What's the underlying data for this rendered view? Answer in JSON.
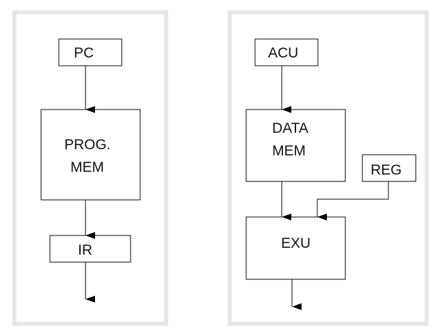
{
  "left_panel": {
    "blocks": {
      "pc": "PC",
      "prog_mem_line1": "PROG.",
      "prog_mem_line2": "MEM",
      "ir": "IR"
    }
  },
  "right_panel": {
    "blocks": {
      "acu": "ACU",
      "data_mem_line1": "DATA",
      "data_mem_line2": "MEM",
      "reg": "REG",
      "exu": "EXU"
    }
  },
  "colors": {
    "panel_border": "#e6e6e6",
    "lines": "#000000"
  }
}
